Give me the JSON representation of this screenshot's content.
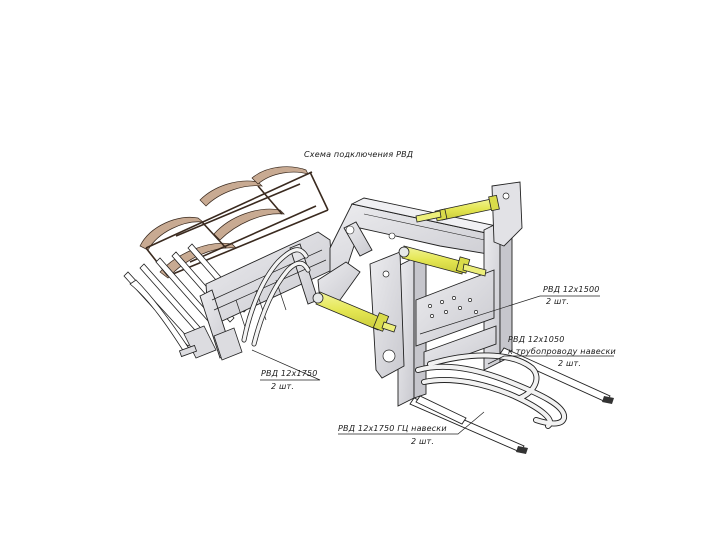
{
  "title": "Схема подключения РВД",
  "callouts": [
    {
      "id": "c1",
      "line1": "РВД 12х1500",
      "line2": "2 шт."
    },
    {
      "id": "c2",
      "line1": "РВД 12х1050",
      "line2": "к трубопроводу навески",
      "line3": "2 шт."
    },
    {
      "id": "c3",
      "line1": "РВД 12х1750",
      "line2": "2 шт."
    },
    {
      "id": "c4",
      "line1": "РВД 12х1750 ГЦ навески",
      "line2": "2 шт."
    }
  ],
  "colors": {
    "frame": "#dcdce0",
    "cylinder": "#e8ea6a",
    "grapple": "#c8aa92",
    "hose": "#e8e8e8",
    "outline": "#222222"
  }
}
